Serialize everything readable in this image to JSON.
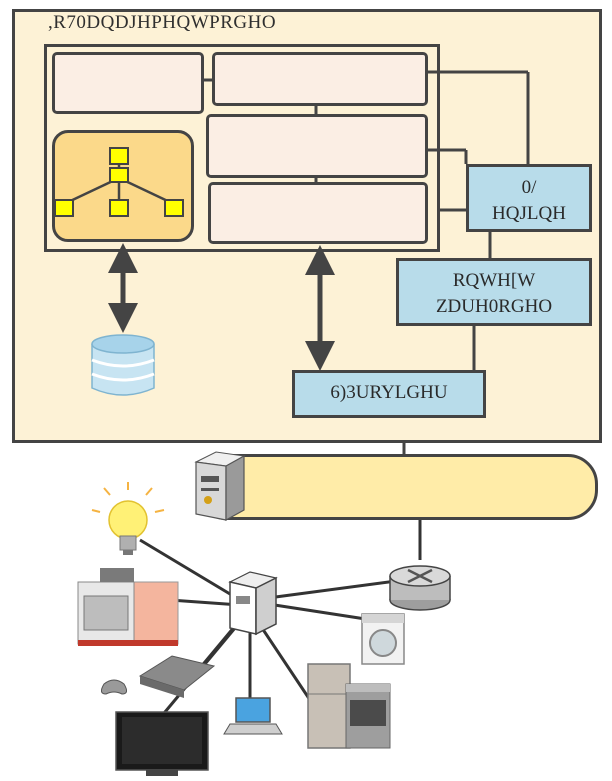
{
  "diagram": {
    "outer_title": ",R70DQDJHPHQWPRGHO",
    "ml_box": {
      "line1": "0/",
      "line2": "HQJLQH"
    },
    "ontology_box": {
      "line1": "RQWH[W",
      "line2": "ZDUH0RGHO"
    },
    "provider_box": {
      "text": "6)3URYLGHU"
    }
  },
  "colors": {
    "outer_background": "#fdf2d6",
    "block_fill": "#fbeee4",
    "tree_panel_fill": "#fbd98a",
    "tree_node_fill": "#ffff00",
    "blue_box_fill": "#b8dcea",
    "bus_fill": "#ffeca8",
    "outline": "#444444"
  },
  "icons": [
    "database-icon",
    "server-icon",
    "light-bulb-icon",
    "stove-icon",
    "network-switch-icon",
    "router-icon",
    "game-console-icon",
    "laptop-icon",
    "television-icon",
    "washing-machine-icon",
    "kitchen-appliances-icon"
  ]
}
